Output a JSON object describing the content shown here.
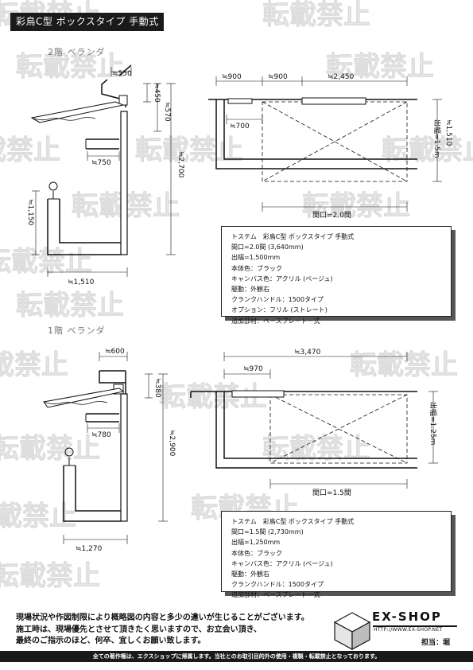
{
  "title": "彩鳥C型 ボックスタイプ 手動式",
  "watermark": "転載禁止",
  "floor2": {
    "label": "2階 ベランダ",
    "side_dims": [
      "≒550",
      "≒450",
      "≒570",
      "≒750",
      "≒2,700",
      "≒1,150",
      "≒1,510"
    ],
    "plan_dims": [
      "≒900",
      "≒900",
      "≒2,450",
      "≒700",
      "≒1,510"
    ],
    "depth_label": "出幅=1.5m",
    "width_label": "間口=2.0間",
    "spec": [
      "トステム　彩鳥C型 ボックスタイプ 手動式",
      "間口=2.0間 (3,640mm)",
      "出幅=1,500mm",
      "本体色：ブラック",
      "キャンバス色：アクリル (ベージュ)",
      "駆動：外観右",
      "クランクハンドル：1500タイプ",
      "オプション：フリル (ストレート)",
      "追加部材：ベースプレート一式"
    ]
  },
  "floor1": {
    "label": "1階 ベランダ",
    "side_dims": [
      "≒600",
      "≒380",
      "≒780",
      "≒2,900",
      "≒1,270"
    ],
    "plan_dims": [
      "≒3,470",
      "≒970"
    ],
    "depth_label": "出幅=1.25m",
    "width_label": "間口=1.5間",
    "spec": [
      "トステム　彩鳥C型 ボックスタイプ 手動式",
      "間口=1.5間 (2,730mm)",
      "出幅=1,250mm",
      "本体色：ブラック",
      "キャンバス色：アクリル (ベージュ)",
      "駆動：外観右",
      "クランクハンドル：1500タイプ",
      "追加部材：ベースプレート一式"
    ]
  },
  "notice": [
    "現場状況や作図制限により概略図の内容と多少の違いが生じることがございます。",
    "施工時は、現場優先とさせて頂きたく思いますので、お立会い頂き、",
    "最終のご指示のほど、何卒、宜しくお願い致します。"
  ],
  "brand": "EX-SHOP",
  "brand_url": "HTTP://WWW.EX-SHOP.NET",
  "person": "担当：堀",
  "footer": "全ての著作権は、エクスショップに帰属します。当社とのお取引目的外の使用・複製・転載禁止となっております。"
}
